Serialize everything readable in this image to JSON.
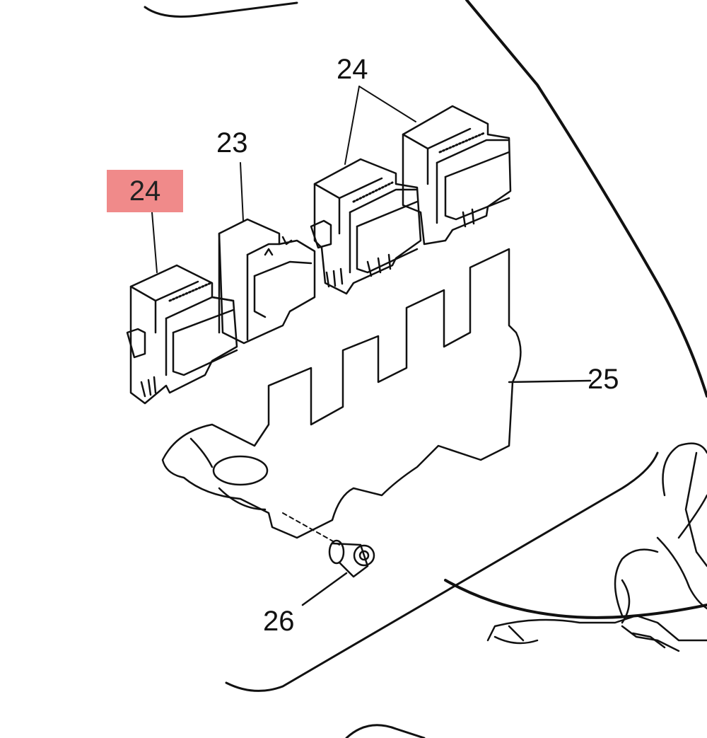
{
  "callouts": {
    "highlighted_relay": "24",
    "relay_pair": "24",
    "relay_center": "23",
    "bracket": "25",
    "bolt": "26"
  },
  "highlight_color": "#f08a8a",
  "line_color": "#111111"
}
